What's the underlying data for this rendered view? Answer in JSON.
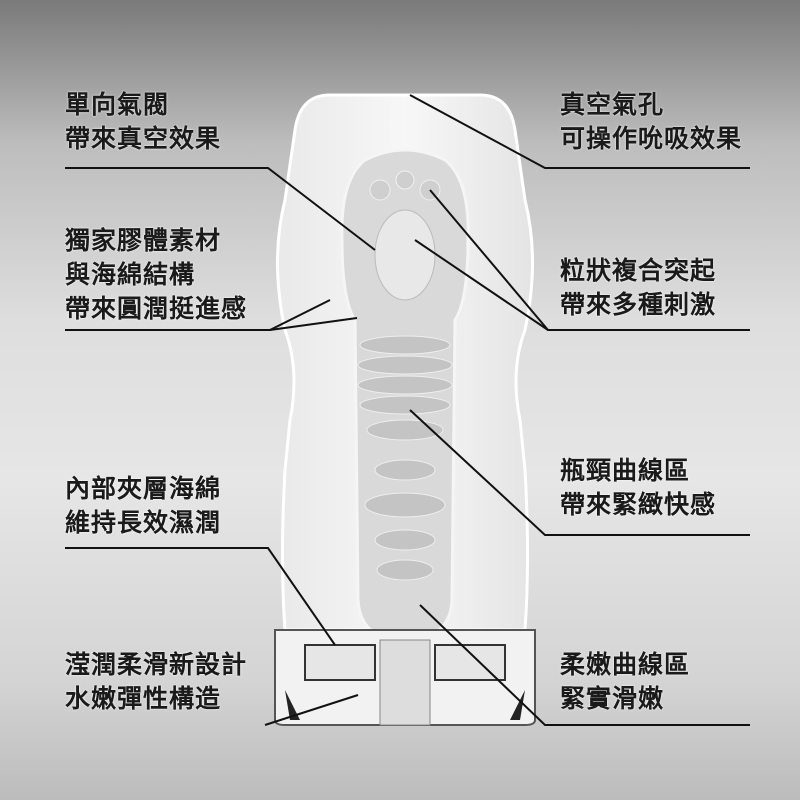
{
  "labels": {
    "one_way_valve": {
      "line1": "單向氣閥",
      "line2": "帶來真空效果"
    },
    "gel_material": {
      "line1": "獨家膠體素材",
      "line2": "與海綿結構",
      "line3": "帶來圓潤挺進感"
    },
    "inner_sponge": {
      "line1": "內部夾層海綿",
      "line2": "維持長效濕潤"
    },
    "lubrication": {
      "line1": "滢潤柔滑新設計",
      "line2": "水嫩彈性構造"
    },
    "vacuum_hole": {
      "line1": "真空氣孔",
      "line2": "可操作吮吸效果"
    },
    "bumps": {
      "line1": "粒狀複合突起",
      "line2": "帶來多種刺激"
    },
    "neck_curve": {
      "line1": "瓶頸曲線區",
      "line2": "帶來緊緻快感"
    },
    "soft_curve": {
      "line1": "柔嫩曲線區",
      "line2": "緊實滑嫩"
    }
  }
}
